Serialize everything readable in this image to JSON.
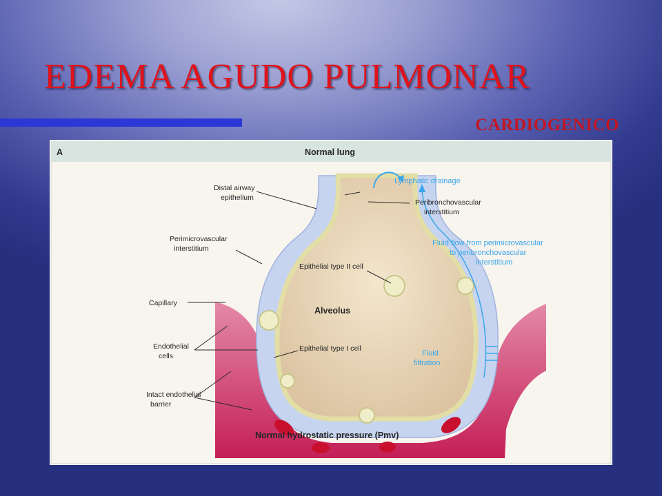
{
  "slide": {
    "title": "EDEMA AGUDO PULMONAR",
    "subtitle": "CARDIOGENICO"
  },
  "figure": {
    "panel_letter": "A",
    "header": "Normal lung",
    "labels": {
      "distal_airway_l1": "Distal airway",
      "distal_airway_l2": "epithelium",
      "perimicro_l1": "Perimicrovascular",
      "perimicro_l2": "interstitium",
      "capillary": "Capillary",
      "endothelial_l1": "Endothelial",
      "endothelial_l2": "cells",
      "intact_l1": "Intact endothelial",
      "intact_l2": "barrier",
      "lymphatic": "Lymphatic drainage",
      "peribroncho_l1": "Peribronchovascular",
      "peribroncho_l2": "interstitium",
      "fluid_flow_l1": "Fluid flow from perimicrovascular",
      "fluid_flow_l2": "to peribronchovascular",
      "fluid_flow_l3": "interstitium",
      "epi2": "Epithelial type II cell",
      "alveolus": "Alveolus",
      "epi1": "Epithelial type I cell",
      "fluid_filt_l1": "Fluid",
      "fluid_filt_l2": "filtration",
      "pressure": "Normal hydrostatic pressure (Pmv)"
    },
    "colors": {
      "background": "#f8f4ee",
      "header_band": "#d7e4df",
      "interstitium": "#c6d4ef",
      "capillary": "#cc2f63",
      "alveolar_space": "#e8d6b8",
      "epithelium": "#e8e6b2",
      "arrows": "#39a6ea"
    }
  }
}
